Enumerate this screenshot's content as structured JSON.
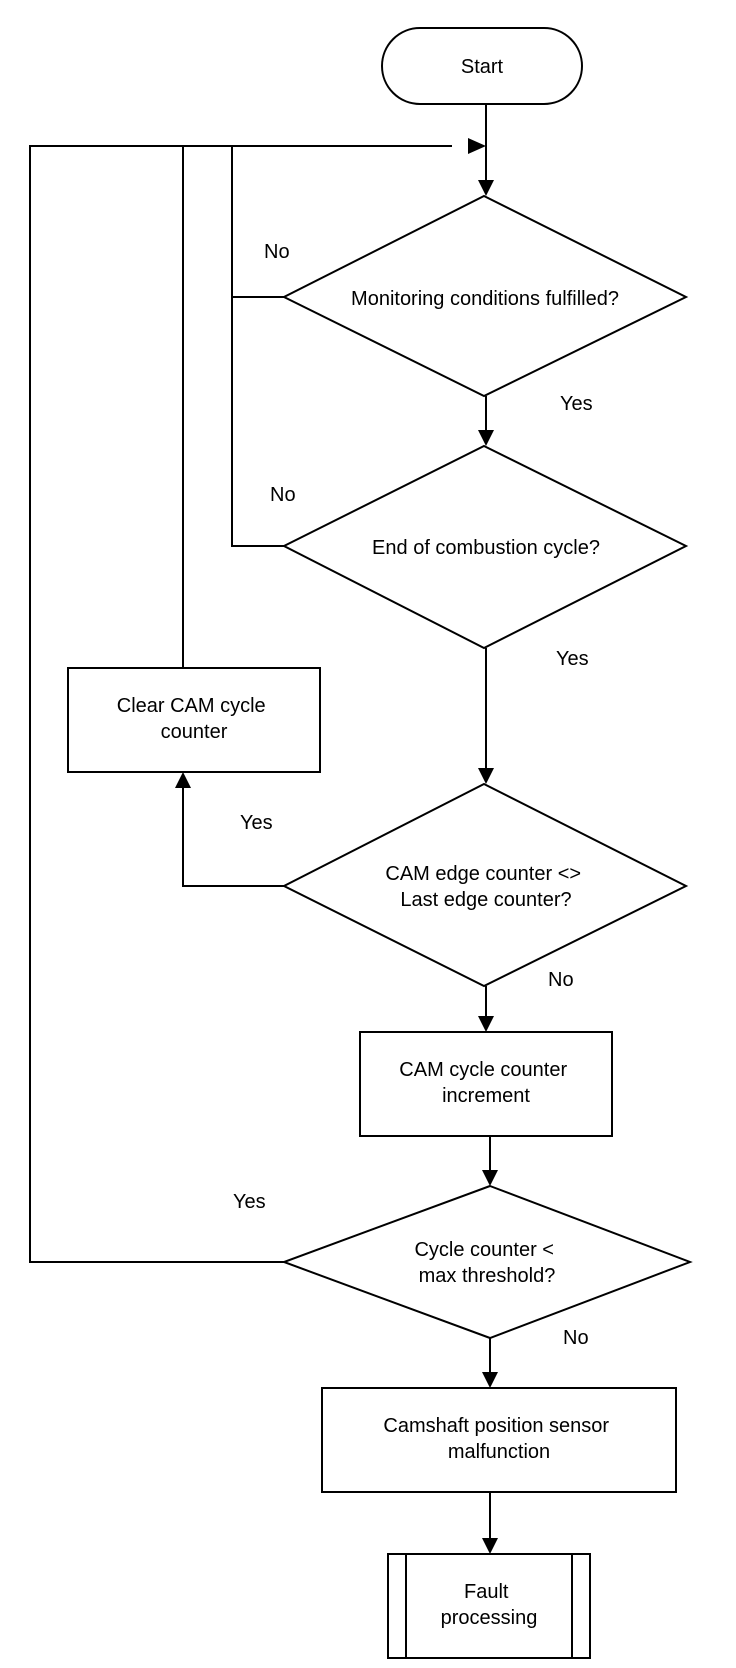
{
  "nodes": {
    "start": {
      "lines": [
        "Start"
      ]
    },
    "monitoring_conditions": {
      "lines": [
        "Monitoring conditions fulfilled?"
      ]
    },
    "end_of_combustion": {
      "lines": [
        "End of combustion cycle?"
      ]
    },
    "clear_cam_counter": {
      "lines": [
        "Clear CAM cycle",
        "counter"
      ]
    },
    "cam_edge_compare": {
      "lines": [
        "CAM edge counter <>",
        "Last edge counter?"
      ]
    },
    "cam_counter_increment": {
      "lines": [
        "CAM cycle counter",
        "increment"
      ]
    },
    "cycle_counter_check": {
      "lines": [
        "Cycle counter <",
        "max threshold?"
      ]
    },
    "sensor_malfunction": {
      "lines": [
        "Camshaft position sensor",
        "malfunction"
      ]
    },
    "fault_processing": {
      "lines": [
        "Fault",
        "processing"
      ]
    }
  },
  "edge_labels": {
    "monitoring_no": "No",
    "monitoring_yes": "Yes",
    "combustion_no": "No",
    "combustion_yes": "Yes",
    "edge_compare_yes": "Yes",
    "edge_compare_no": "No",
    "threshold_yes": "Yes",
    "threshold_no": "No"
  }
}
